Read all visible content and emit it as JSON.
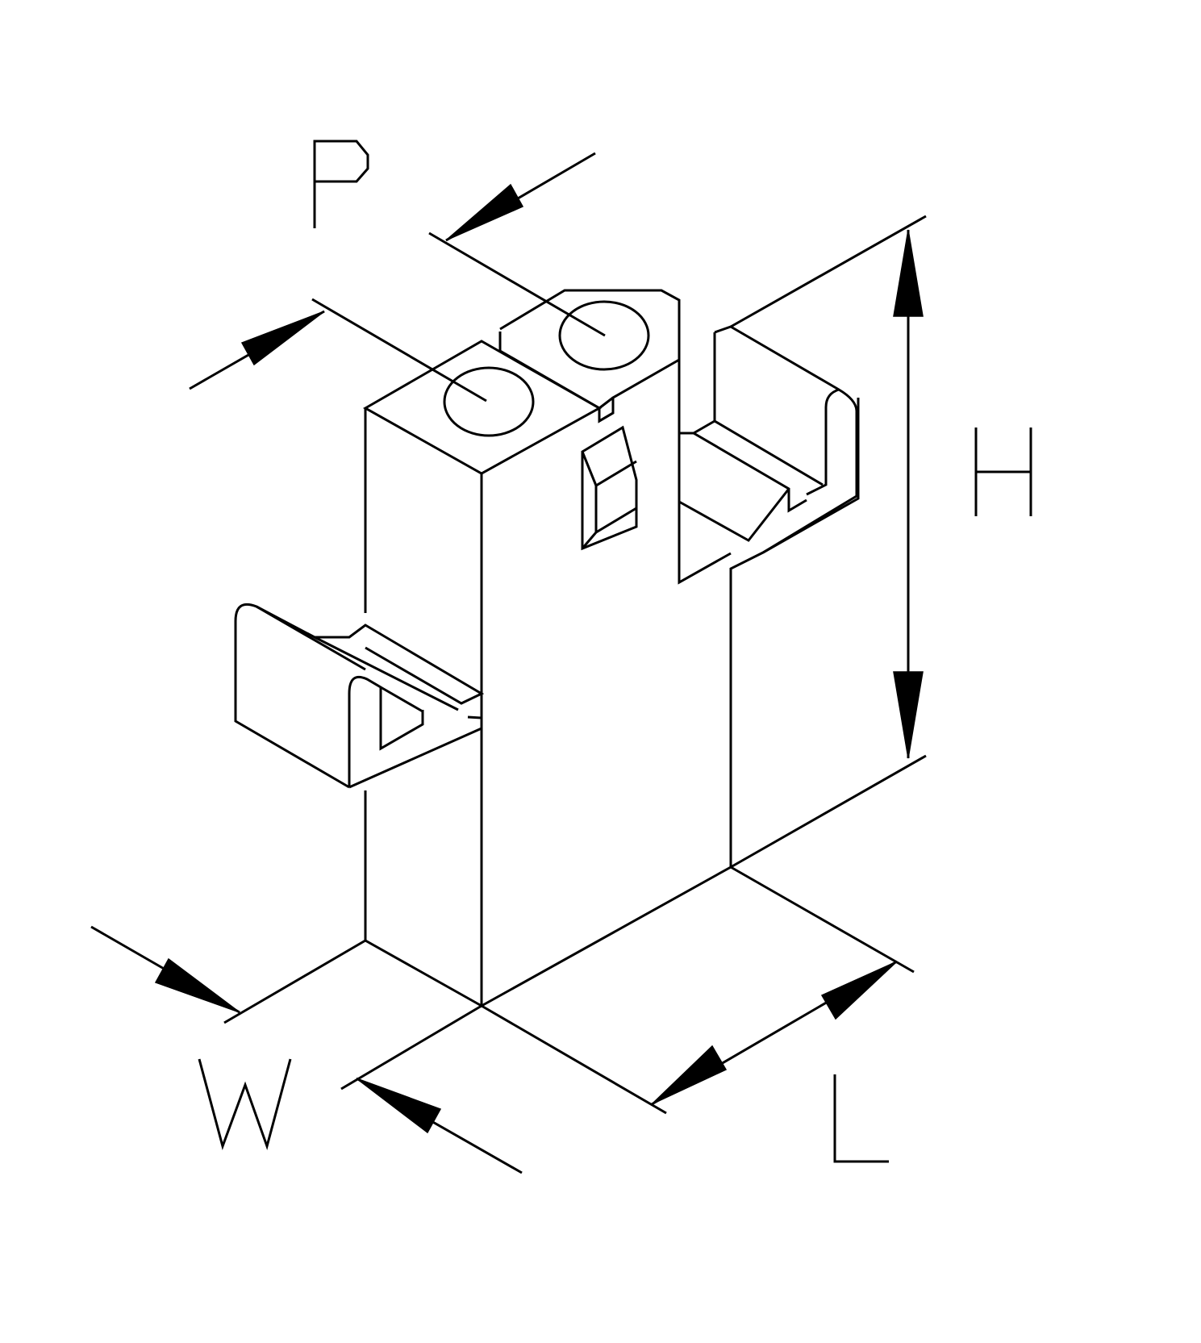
{
  "dimensions": {
    "pitch": "P",
    "height": "H",
    "width": "W",
    "length": "L"
  }
}
